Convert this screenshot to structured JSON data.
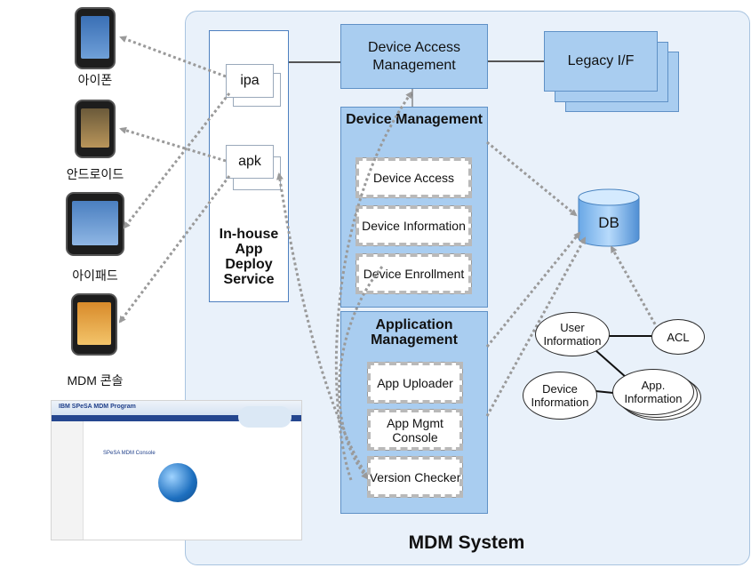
{
  "system": {
    "title": "MDM System"
  },
  "devices": [
    {
      "label": "아이폰"
    },
    {
      "label": "안드로이드"
    },
    {
      "label": "아이패드"
    },
    {
      "label": "MDM 콘솔"
    }
  ],
  "deploy": {
    "ipa": "ipa",
    "apk": "apk",
    "service_title": "In-house App Deploy Service"
  },
  "device_access": {
    "title": "Device Access Management"
  },
  "legacy": {
    "title": "Legacy I/F"
  },
  "device_mgmt": {
    "title": "Device Management",
    "items": [
      "Device Access",
      "Device Information",
      "Device Enrollment"
    ]
  },
  "app_mgmt": {
    "title": "Application Management",
    "items": [
      "App Uploader",
      "App Mgmt Console",
      "Version Checker"
    ]
  },
  "db": {
    "label": "DB"
  },
  "entities": {
    "user": "User Information",
    "acl": "ACL",
    "device": "Device Information",
    "app": "App. Information"
  },
  "console_screenshot": {
    "logo": "IBM SPeSA MDM Program",
    "heading": "SPeSA MDM Console"
  },
  "colors": {
    "system_bg": "#e9f1fa",
    "module_blue": "#a9cdf0",
    "border_blue": "#5f91c6",
    "dotted_arrow": "#9a9a9a"
  }
}
